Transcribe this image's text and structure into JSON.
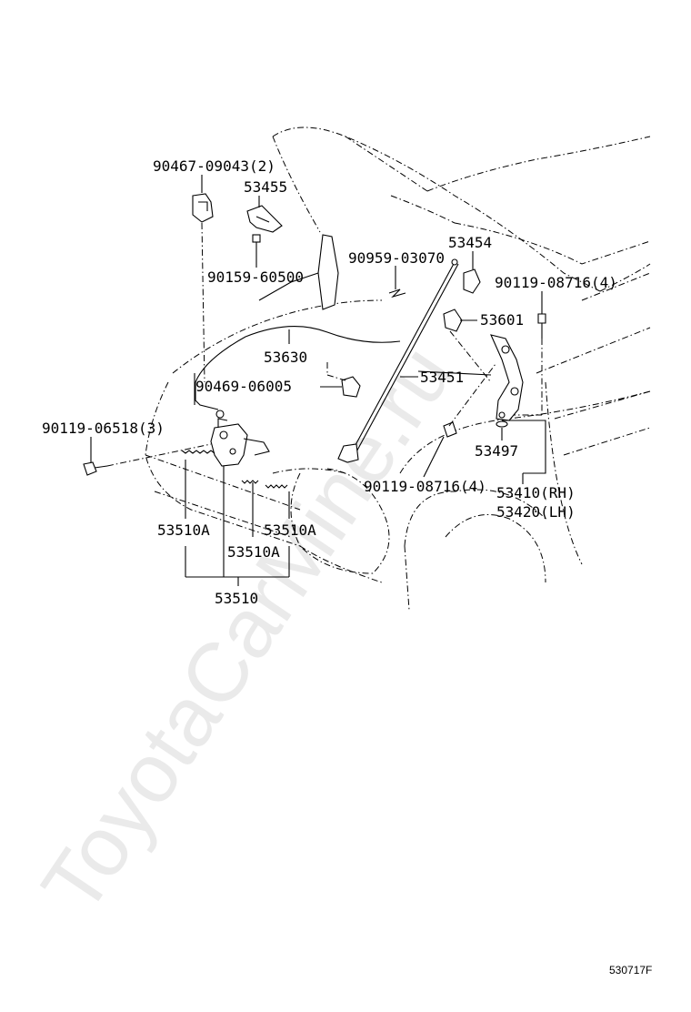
{
  "watermark": "ToyotaCarMine.ru",
  "drawing_id": "530717F",
  "labels": {
    "p90467": "90467-09043(2)",
    "p53455": "53455",
    "p90159": "90159-60500",
    "p90959": "90959-03070",
    "p53454": "53454",
    "p90119_08716_top": "90119-08716(4)",
    "p53601": "53601",
    "p53630": "53630",
    "p90469": "90469-06005",
    "p53451": "53451",
    "p90119_06518": "90119-06518(3)",
    "p53497": "53497",
    "p90119_08716_bottom": "90119-08716(4)",
    "p53410": "53410(RH)",
    "p53420": "53420(LH)",
    "p53510A_left": "53510A",
    "p53510A_right": "53510A",
    "p53510A_center": "53510A",
    "p53510": "53510"
  }
}
